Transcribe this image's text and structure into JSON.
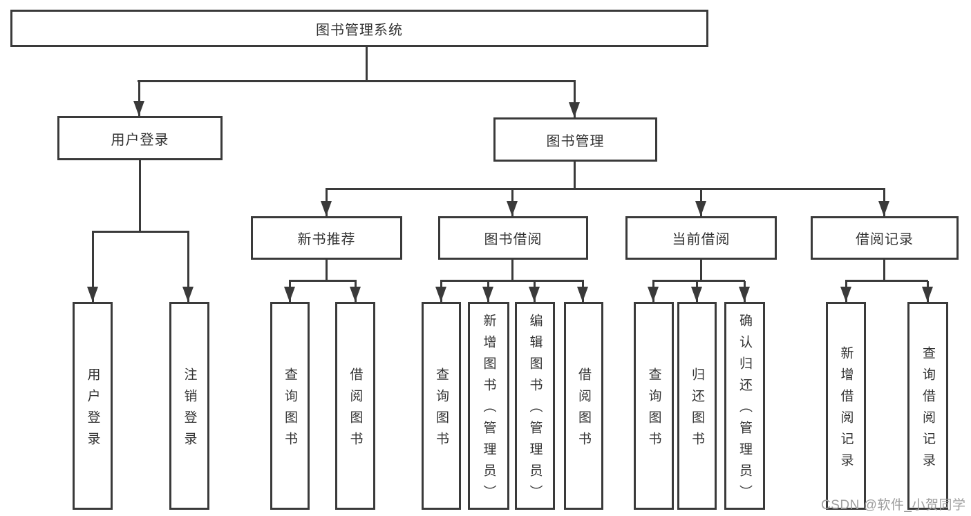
{
  "diagram": {
    "root": "图书管理系统",
    "level2": {
      "user_login": "用户登录",
      "book_mgmt": "图书管理"
    },
    "level3": {
      "new_books": "新书推荐",
      "borrowing": "图书借阅",
      "current": "当前借阅",
      "records": "借阅记录"
    },
    "leaves": {
      "l1": "用户登录",
      "l2": "注销登录",
      "l3": "查询图书",
      "l4": "借阅图书",
      "l5": "查询图书",
      "l6": "新增图书（管理员）",
      "l7": "编辑图书（管理员）",
      "l8": "借阅图书",
      "l9": "查询图书",
      "l10": "归还图书",
      "l11": "确认归还（管理员）",
      "l12": "新增借阅记录",
      "l13": "查询借阅记录"
    }
  },
  "watermark": "CSDN @软件_小贺同学",
  "colors": {
    "line": "#3a3a3a",
    "text": "#333333",
    "watermark": "#9e9e9e",
    "background": "#ffffff"
  }
}
